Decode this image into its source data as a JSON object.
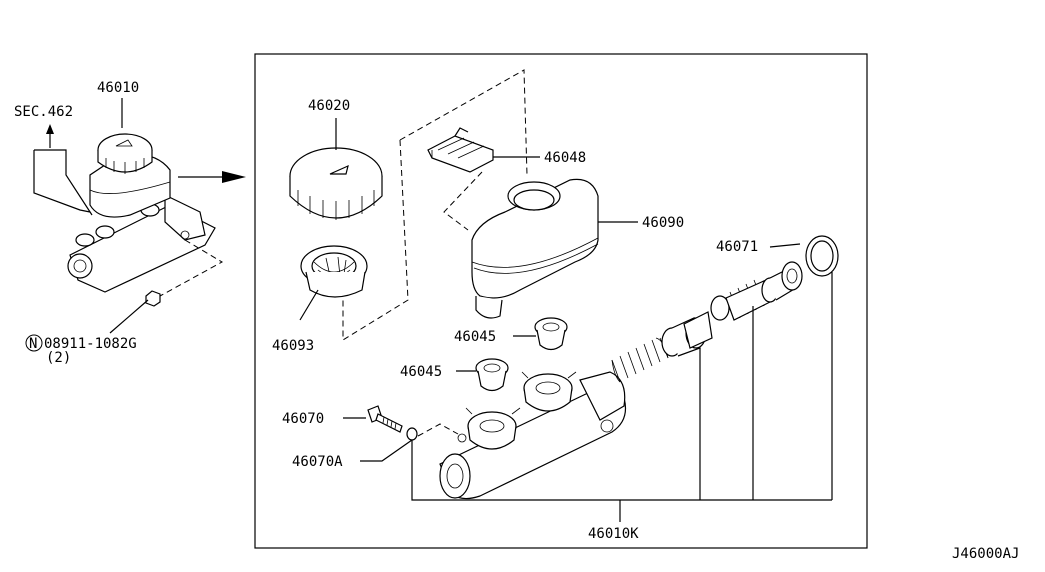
{
  "labels": {
    "assembly": "46010",
    "section_ref": "SEC.462",
    "nut_ref": "08911-1082G",
    "nut_qty": "(2)",
    "nut_circle": "N",
    "cap": "46020",
    "strainer": "46093",
    "connector": "46048",
    "reservoir": "46090",
    "seal_upper": "46045",
    "seal_lower": "46045",
    "ring": "46071",
    "bolt": "46070",
    "washer": "46070A",
    "kit": "46010K",
    "diagram_code": "J46000AJ"
  }
}
